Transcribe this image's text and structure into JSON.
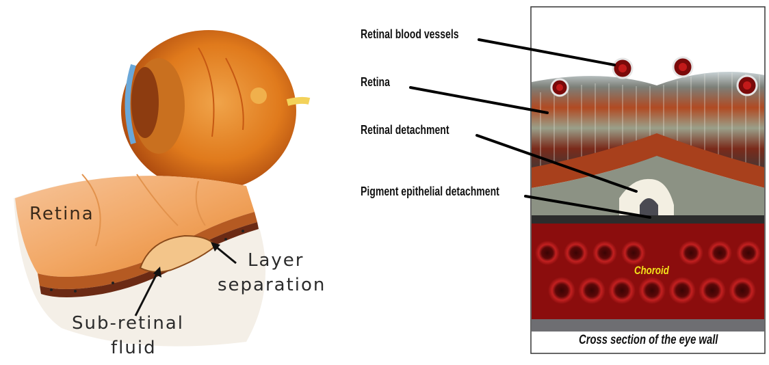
{
  "left_panel": {
    "labels": {
      "retina": "Retina",
      "layer_separation_line1": "Layer",
      "layer_separation_line2": "separation",
      "subretinal_line1": "Sub-retinal",
      "subretinal_line2": "fluid"
    }
  },
  "right_panel": {
    "labels": {
      "blood_vessels": "Retinal blood vessels",
      "retina": "Retina",
      "retinal_detachment": "Retinal detachment",
      "pigment_detachment": "Pigment epithelial detachment",
      "choroid": "Choroid",
      "caption": "Cross section of the eye wall"
    }
  },
  "colors": {
    "eye_orange": "#e07a1c",
    "eye_dark": "#a8460e",
    "retina_peach": "#f2b27a",
    "choroid_red": "#8b0d0d",
    "choroid_label": "#f2e21a",
    "leader_line": "#000000"
  }
}
